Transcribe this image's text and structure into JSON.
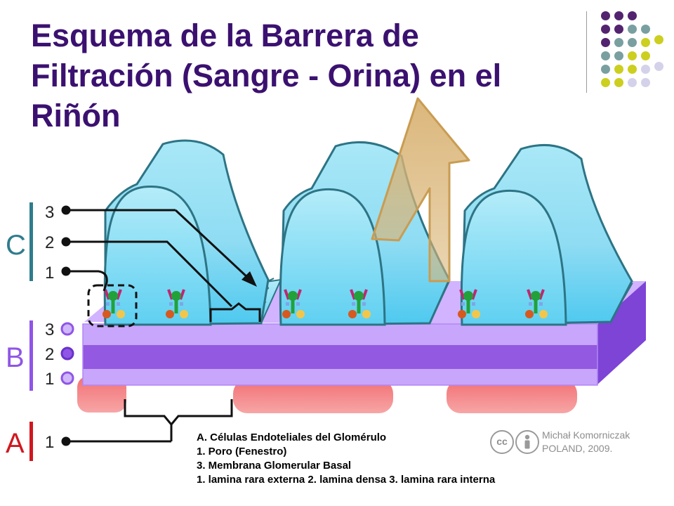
{
  "title": "Esquema de la Barrera de Filtración (Sangre - Orina) en el Riñón",
  "labels": {
    "C": "C",
    "B": "B",
    "A": "A",
    "c3": "3",
    "c2": "2",
    "c1": "1",
    "b3": "3",
    "b2": "2",
    "b1": "1",
    "a1": "1"
  },
  "caption": {
    "line1": "A. Células Endoteliales del Glomérulo",
    "line2": "1. Poro (Fenestro)",
    "line3": "3. Membrana Glomerular Basal",
    "line4": "1. lamina rara externa 2. lamina densa 3. lamina rara interna"
  },
  "credit": {
    "cc_mark": "cc",
    "author": "Michał Komorniczak",
    "place_year": "POLAND, 2009."
  },
  "colors": {
    "title": "#3b1170",
    "podocyte_fill": "#9fe3f5",
    "podocyte_stroke": "#2d7485",
    "membrane_light": "#c8a6fb",
    "membrane_dense": "#9359e0",
    "membrane_outline": "#7c3fe0",
    "endothelium": "#f08a8a",
    "arrow": "#d8b070",
    "accent_label": "#d0181f",
    "label_bar_c": "#2f7c8c",
    "label_bar_b": "#8f55e6",
    "deco_purple": "#53236f",
    "deco_teal": "#7a9fa0",
    "deco_yellow": "#cccf1f",
    "deco_lavender": "#d4d2ea"
  },
  "icons": [
    "cc-license-icon",
    "attribution-icon",
    "filtration-arrow-icon",
    "selection-box-icon"
  ]
}
